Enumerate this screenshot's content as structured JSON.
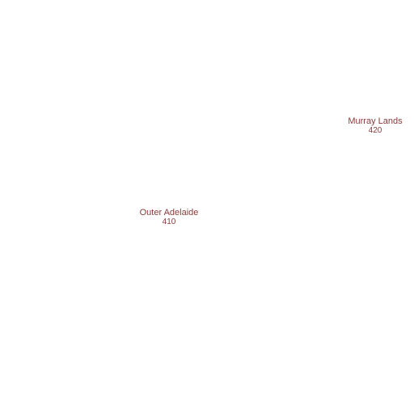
{
  "map": {
    "label_color": "#8b3a3a",
    "background": "#ffffff",
    "regions": [
      {
        "name": "Murray Lands",
        "code": "420"
      },
      {
        "name": "Outer Adelaide",
        "code": "410"
      }
    ]
  }
}
